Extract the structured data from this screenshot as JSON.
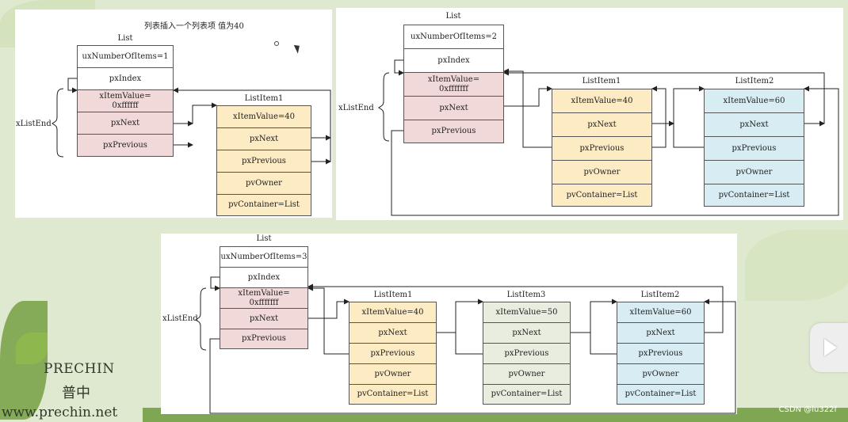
{
  "colors": {
    "list_cell": "#ffffff",
    "list_end_cell": "#f2d9d9",
    "item_40": "#fdebc4",
    "item_60": "#d7ecf3",
    "item_50": "#e9ede0"
  },
  "panel1": {
    "title": "列表插入一个列表项 值为40",
    "list": {
      "label": "List",
      "rows": [
        "uxNumberOfItems=1",
        "pxIndex",
        "xItemValue=\n0xffffff",
        "pxNext",
        "pxPrevious"
      ]
    },
    "xlistend_label": "xListEnd",
    "item1": {
      "label": "ListItem1",
      "rows": [
        "xItemValue=40",
        "pxNext",
        "pxPrevious",
        "pvOwner",
        "pvContainer=List"
      ]
    }
  },
  "panel2": {
    "list": {
      "label": "List",
      "rows": [
        "uxNumberOfItems=2",
        "pxIndex",
        "xItemValue=\n0xfffffff",
        "pxNext",
        "pxPrevious"
      ]
    },
    "xlistend_label": "xListEnd",
    "item1": {
      "label": "ListItem1",
      "rows": [
        "xItemValue=40",
        "pxNext",
        "pxPrevious",
        "pvOwner",
        "pvContainer=List"
      ]
    },
    "item2": {
      "label": "ListItem2",
      "rows": [
        "xItemValue=60",
        "pxNext",
        "pxPrevious",
        "pvOwner",
        "pvContainer=List"
      ]
    }
  },
  "panel3": {
    "list": {
      "label": "List",
      "rows": [
        "uxNumberOfItems=3",
        "pxIndex",
        "xItemValue=\n0xfffffff",
        "pxNext",
        "pxPrevious"
      ]
    },
    "xlistend_label": "xListEnd",
    "item1": {
      "label": "ListItem1",
      "rows": [
        "xItemValue=40",
        "pxNext",
        "pxPrevious",
        "pvOwner",
        "pvContainer=List"
      ]
    },
    "item3": {
      "label": "ListItem3",
      "rows": [
        "xItemValue=50",
        "pxNext",
        "pxPrevious",
        "pvOwner",
        "pvContainer=List"
      ]
    },
    "item2": {
      "label": "ListItem2",
      "rows": [
        "xItemValue=60",
        "pxNext",
        "pxPrevious",
        "pvOwner",
        "pvContainer=List"
      ]
    }
  },
  "watermark": {
    "brand": "PRECHIN",
    "brand_cn": "普中",
    "url": "www.prechin.net"
  },
  "credit": "CSDN @lu322f"
}
